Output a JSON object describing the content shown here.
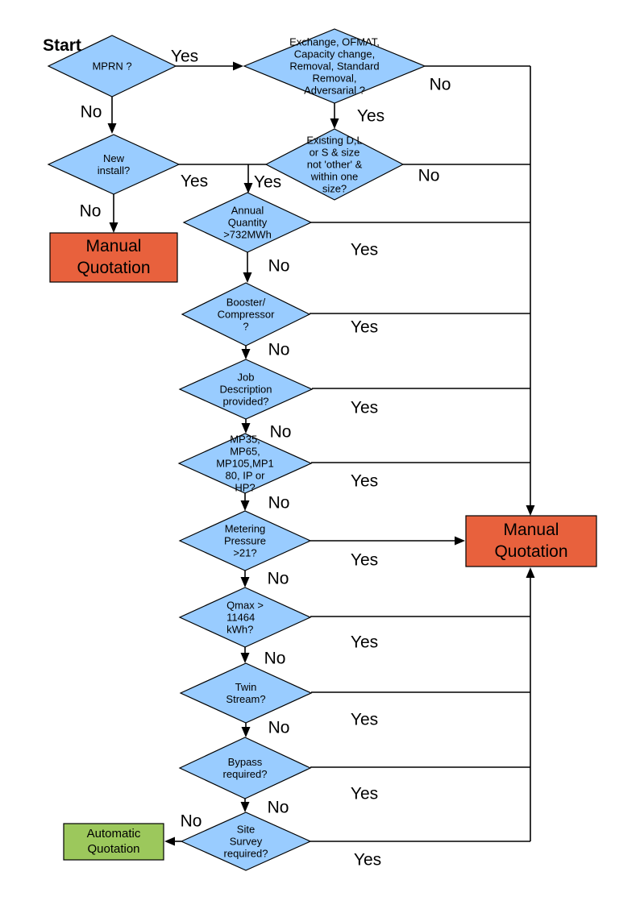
{
  "colors": {
    "decision_fill": "#99CCFF",
    "manual_fill": "#E8613D",
    "auto_fill": "#9CC85C",
    "line": "#000000"
  },
  "nodes": {
    "start": "Start",
    "mprn": "MPRN ?",
    "exchange": "Exchange, OFMAT,\nCapacity change,\nRemoval, Standard\nRemoval,\nAdversarial ?",
    "new_install": "New\ninstall?",
    "existing": "Existing D,L\nor S & size\nnot 'other' &\nwithin one\nsize?",
    "manual_left": "Manual\nQuotation",
    "annual": "Annual\nQuantity\n>732MWh",
    "booster": "Booster/\nCompressor\n?",
    "job_desc": "Job\nDescription\nprovided?",
    "mp35": "MP35,\nMP65,\nMP105,MP1\n80, IP or\nHP?",
    "metering": "Metering\nPressure\n>21?",
    "qmax": "Qmax >\n11464\nkWh?",
    "twin": "Twin\nStream?",
    "bypass": "Bypass\nrequired?",
    "site_survey": "Site\nSurvey\nrequired?",
    "manual_right": "Manual\nQuotation",
    "auto": "Automatic\nQuotation"
  },
  "labels": {
    "mprn_yes": "Yes",
    "mprn_no": "No",
    "exchange_yes": "Yes",
    "exchange_no": "No",
    "new_install_yes": "Yes",
    "new_install_no": "No",
    "existing_yes": "Yes",
    "existing_no": "No",
    "annual_yes": "Yes",
    "annual_no": "No",
    "booster_yes": "Yes",
    "booster_no": "No",
    "job_desc_yes": "Yes",
    "job_desc_no": "No",
    "mp35_yes": "Yes",
    "mp35_no": "No",
    "metering_yes": "Yes",
    "metering_no": "No",
    "qmax_yes": "Yes",
    "qmax_no": "No",
    "twin_yes": "Yes",
    "twin_no": "No",
    "bypass_yes": "Yes",
    "bypass_no": "No",
    "site_survey_yes": "Yes",
    "site_survey_no": "No"
  }
}
